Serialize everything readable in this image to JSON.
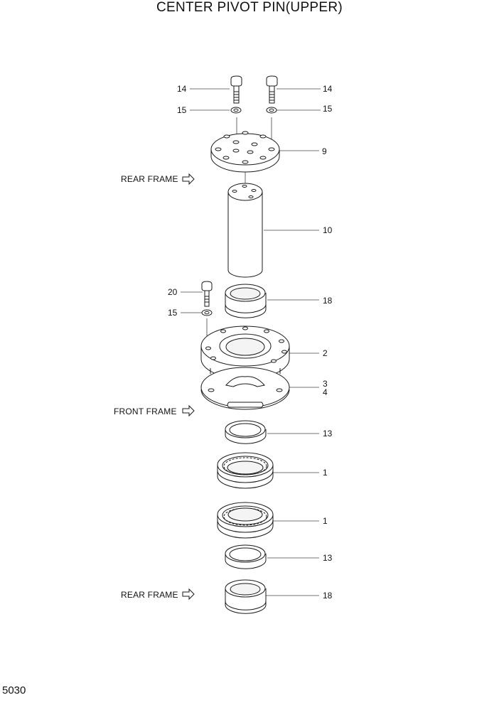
{
  "title": "CENTER PIVOT PIN(UPPER)",
  "page_number": "5030",
  "frame_labels": {
    "rear_frame_top": "REAR FRAME",
    "front_frame": "FRONT FRAME",
    "rear_frame_bottom": "REAR FRAME"
  },
  "callouts": {
    "bolt_left": "14",
    "bolt_right": "14",
    "washer_left": "15",
    "washer_right": "15",
    "plate": "9",
    "pin": "10",
    "bolt_mid": "20",
    "seal_upper": "18",
    "washer_mid": "15",
    "housing": "2",
    "shim_a": "3",
    "shim_b": "4",
    "spacer_upper": "13",
    "bearing_upper": "1",
    "bearing_lower": "1",
    "spacer_lower": "13",
    "seal_lower": "18"
  }
}
